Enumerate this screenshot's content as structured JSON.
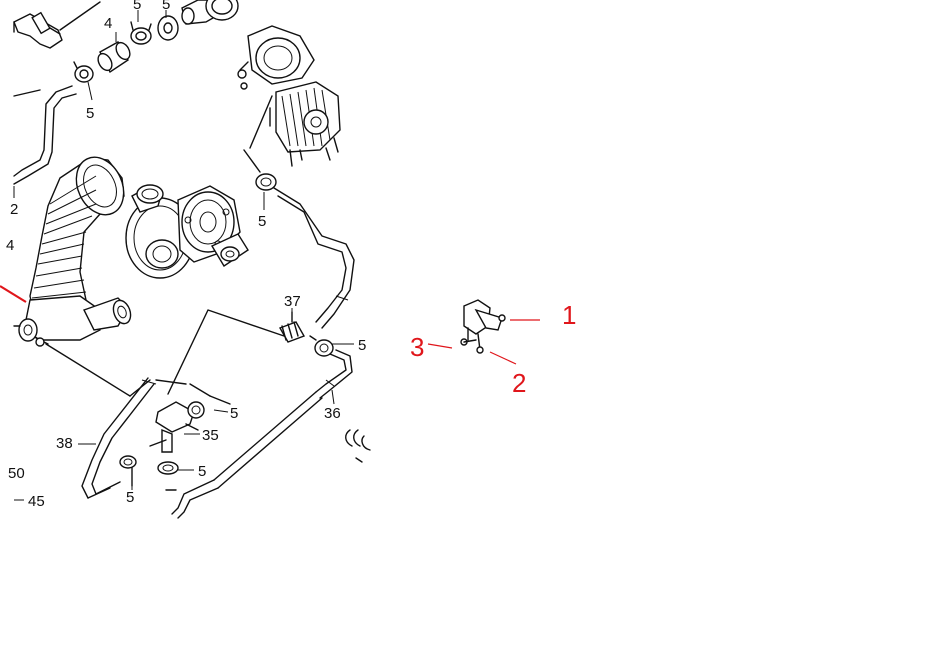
{
  "diagram": {
    "part_labels": [
      {
        "id": "4",
        "text": "4"
      },
      {
        "id": "5a",
        "text": "5"
      },
      {
        "id": "5b",
        "text": "5"
      },
      {
        "id": "5c",
        "text": "5"
      },
      {
        "id": "2",
        "text": "2"
      },
      {
        "id": "4b",
        "text": "4"
      },
      {
        "id": "37",
        "text": "37"
      },
      {
        "id": "5d",
        "text": "5"
      },
      {
        "id": "36",
        "text": "36"
      },
      {
        "id": "5e",
        "text": "5"
      },
      {
        "id": "35",
        "text": "35"
      },
      {
        "id": "38",
        "text": "38"
      },
      {
        "id": "5f",
        "text": "5"
      },
      {
        "id": "5g",
        "text": "5"
      },
      {
        "id": "50",
        "text": "50"
      },
      {
        "id": "45",
        "text": "45"
      },
      {
        "id": "5h",
        "text": "5"
      }
    ],
    "callouts": [
      {
        "id": "1",
        "text": "1"
      },
      {
        "id": "2",
        "text": "2"
      },
      {
        "id": "3",
        "text": "3"
      }
    ],
    "colors": {
      "callout": "#e0161b",
      "ink": "#111111"
    }
  }
}
